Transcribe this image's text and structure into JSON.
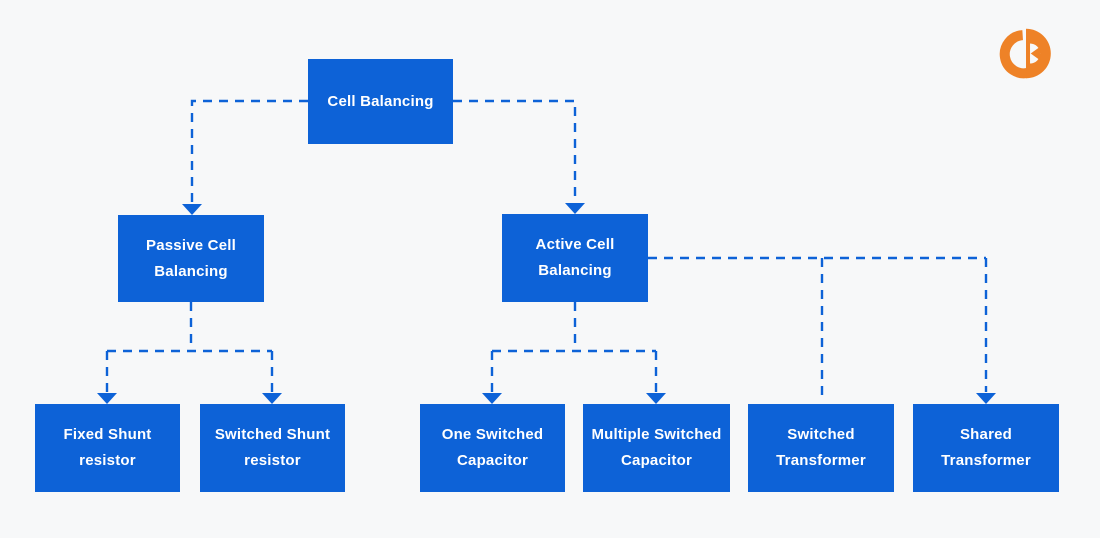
{
  "diagram": {
    "title": "Cell Balancing",
    "type": "flowchart",
    "colors": {
      "node_fill": "#0D62D7",
      "connector": "#0D62D7",
      "node_text": "#FFFFFF",
      "background": "#F7F8F9",
      "logo_orange": "#EE8227"
    },
    "nodes": {
      "root": {
        "label": "Cell Balancing",
        "line1": "Cell Balancing"
      },
      "passive": {
        "label": "Passive Cell Balancing",
        "line1": "Passive Cell",
        "line2": "Balancing"
      },
      "active": {
        "label": "Active Cell Balancing",
        "line1": "Active Cell",
        "line2": "Balancing"
      },
      "fixed_shunt": {
        "label": "Fixed Shunt resistor",
        "line1": "Fixed Shunt",
        "line2": "resistor"
      },
      "switched_shunt": {
        "label": "Switched Shunt resistor",
        "line1": "Switched Shunt",
        "line2": "resistor"
      },
      "one_switched_cap": {
        "label": "One Switched Capacitor",
        "line1": "One Switched",
        "line2": "Capacitor"
      },
      "multiple_switched_cap": {
        "label": "Multiple Switched Capacitor",
        "line1": "Multiple Switched",
        "line2": "Capacitor"
      },
      "switched_transformer": {
        "label": "Switched Transformer",
        "line1": "Switched",
        "line2": "Transformer"
      },
      "shared_transformer": {
        "label": "Shared Transformer",
        "line1": "Shared",
        "line2": "Transformer"
      }
    },
    "edges": [
      {
        "from": "Cell Balancing",
        "to": "Passive Cell Balancing"
      },
      {
        "from": "Cell Balancing",
        "to": "Active Cell Balancing"
      },
      {
        "from": "Passive Cell Balancing",
        "to": "Fixed Shunt resistor"
      },
      {
        "from": "Passive Cell Balancing",
        "to": "Switched Shunt resistor"
      },
      {
        "from": "Active Cell Balancing",
        "to": "One Switched Capacitor"
      },
      {
        "from": "Active Cell Balancing",
        "to": "Multiple Switched Capacitor"
      },
      {
        "from": "Active Cell Balancing",
        "to": "Switched Transformer"
      },
      {
        "from": "Active Cell Balancing",
        "to": "Shared Transformer"
      }
    ],
    "logo": {
      "name": "brand-logo"
    }
  }
}
